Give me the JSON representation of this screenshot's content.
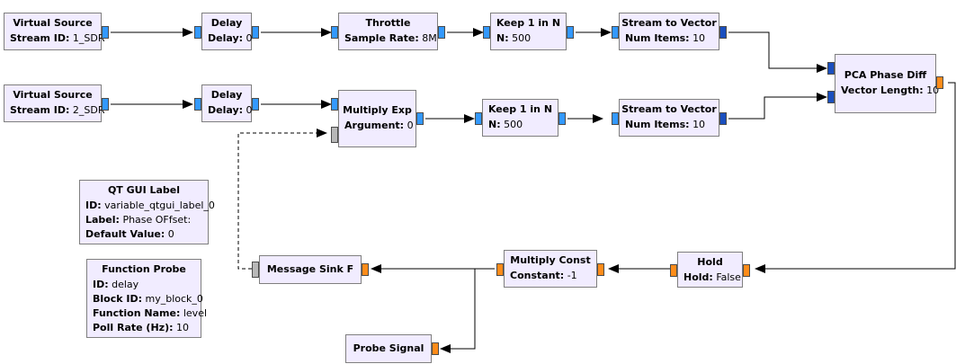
{
  "blocks": {
    "vs1": {
      "title": "Virtual Source",
      "params": [
        {
          "k": "Stream ID:",
          "v": "1_SDR"
        }
      ]
    },
    "delay1": {
      "title": "Delay",
      "params": [
        {
          "k": "Delay:",
          "v": "0"
        }
      ]
    },
    "throttle": {
      "title": "Throttle",
      "params": [
        {
          "k": "Sample Rate:",
          "v": "8M"
        }
      ]
    },
    "keep1": {
      "title": "Keep 1 in N",
      "params": [
        {
          "k": "N:",
          "v": "500"
        }
      ]
    },
    "s2v1": {
      "title": "Stream to Vector",
      "params": [
        {
          "k": "Num Items:",
          "v": "10"
        }
      ]
    },
    "pca": {
      "title": "PCA Phase Diff",
      "params": [
        {
          "k": "Vector Length:",
          "v": "10"
        }
      ]
    },
    "vs2": {
      "title": "Virtual Source",
      "params": [
        {
          "k": "Stream ID:",
          "v": "2_SDR"
        }
      ]
    },
    "delay2": {
      "title": "Delay",
      "params": [
        {
          "k": "Delay:",
          "v": "0"
        }
      ]
    },
    "mulexp": {
      "title": "Multiply Exp",
      "params": [
        {
          "k": "Argument:",
          "v": "0"
        }
      ]
    },
    "keep2": {
      "title": "Keep 1 in N",
      "params": [
        {
          "k": "N:",
          "v": "500"
        }
      ]
    },
    "s2v2": {
      "title": "Stream to Vector",
      "params": [
        {
          "k": "Num Items:",
          "v": "10"
        }
      ]
    },
    "label": {
      "title": "QT GUI Label",
      "params": [
        {
          "k": "ID:",
          "v": "variable_qtgui_label_0"
        },
        {
          "k": "Label:",
          "v": "Phase OFfset:"
        },
        {
          "k": "Default Value:",
          "v": "0"
        }
      ]
    },
    "probe": {
      "title": "Function Probe",
      "params": [
        {
          "k": "ID:",
          "v": "delay"
        },
        {
          "k": "Block ID:",
          "v": "my_block_0"
        },
        {
          "k": "Function Name:",
          "v": "level"
        },
        {
          "k": "Poll Rate (Hz):",
          "v": "10"
        }
      ]
    },
    "msgsink": {
      "title": "Message Sink F",
      "params": []
    },
    "mulconst": {
      "title": "Multiply Const",
      "params": [
        {
          "k": "Constant:",
          "v": "-1"
        }
      ]
    },
    "hold": {
      "title": "Hold",
      "params": [
        {
          "k": "Hold:",
          "v": "False"
        }
      ]
    },
    "probesig": {
      "title": "Probe Signal",
      "params": []
    }
  },
  "colors": {
    "block_fill": "#f1ecff",
    "complex_port": "#3399ff",
    "vector_port": "#1a4fbf",
    "float_port": "#ff8c1a",
    "message_port": "#b8b8b8"
  }
}
